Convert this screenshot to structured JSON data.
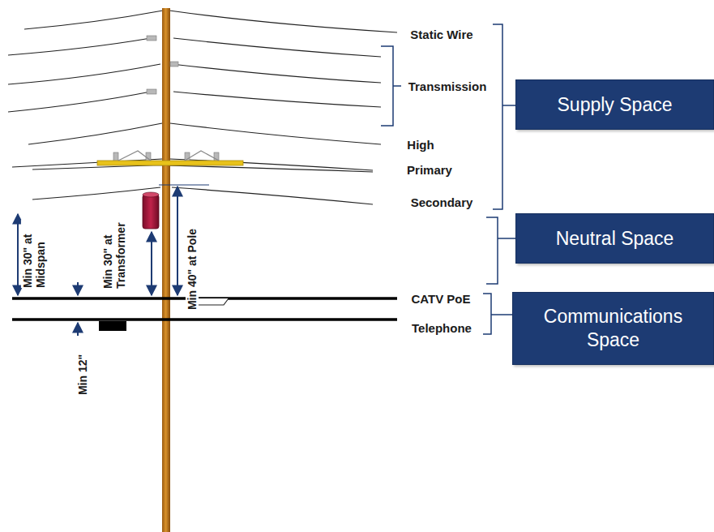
{
  "diagram": {
    "nodes": [
      {
        "text": [
          "Supply Space"
        ]
      },
      {
        "text": [
          "Neutral Space"
        ]
      },
      {
        "text": [
          "Communications Space"
        ]
      }
    ],
    "labels": [
      "Static Wire",
      "Transmission",
      "High",
      "Primary",
      "Secondary",
      "CATV PoE",
      "Telephone",
      "Min 30\" at Midspan",
      "Min 30\" at Transformer",
      "Min 40\" at Pole",
      "Min 12\""
    ]
  }
}
